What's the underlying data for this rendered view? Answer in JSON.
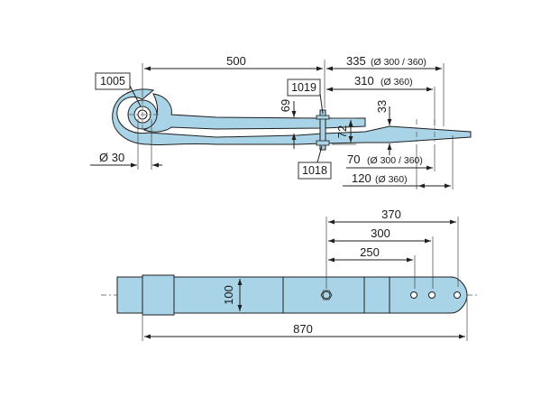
{
  "side_view": {
    "dim_500": "500",
    "dim_335": "335",
    "dim_335_note": "(Ø 300 / 360)",
    "dim_310": "310",
    "dim_310_note": "(Ø 360)",
    "dim_69": "69",
    "dim_33": "33",
    "dim_72": "72",
    "dim_d30": "Ø 30",
    "dim_70": "70",
    "dim_70_note": "(Ø 300 / 360)",
    "dim_120": "120",
    "dim_120_note": "(Ø 360)",
    "label_1005": "1005",
    "label_1019": "1019",
    "label_1018": "1018"
  },
  "top_view": {
    "dim_370": "370",
    "dim_300": "300",
    "dim_250": "250",
    "dim_100": "100",
    "dim_870": "870"
  },
  "colors": {
    "part_fill": "#a9d3e6",
    "line": "#1f1f1f"
  }
}
